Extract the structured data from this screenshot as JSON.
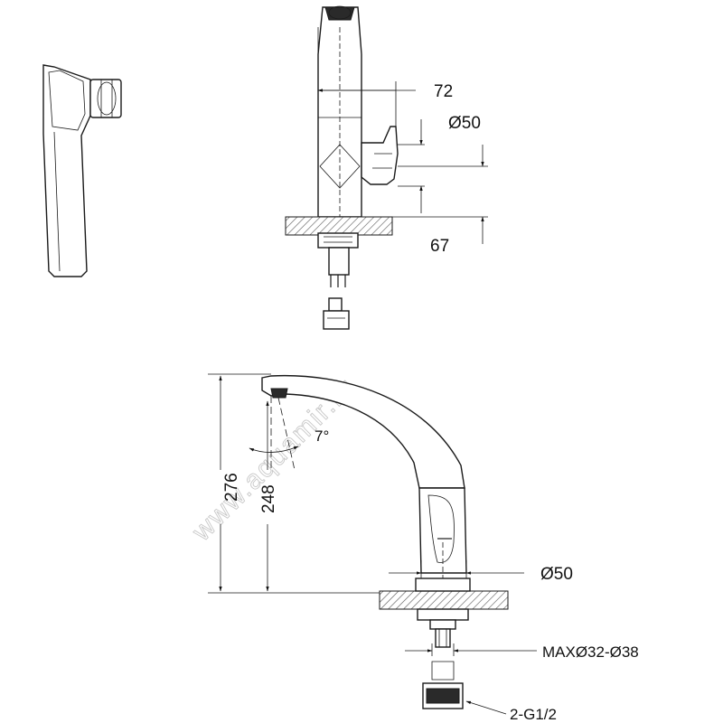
{
  "dimensions": {
    "top_width": "72",
    "top_diameter": "Ø50",
    "top_height": "67",
    "total_height": "276",
    "spout_height": "248",
    "angle": "7°",
    "base_diameter": "Ø50",
    "mounting_hole": "MAXØ32-Ø38",
    "connection": "2-G1/2"
  },
  "watermark": "www.aquamir.ru"
}
